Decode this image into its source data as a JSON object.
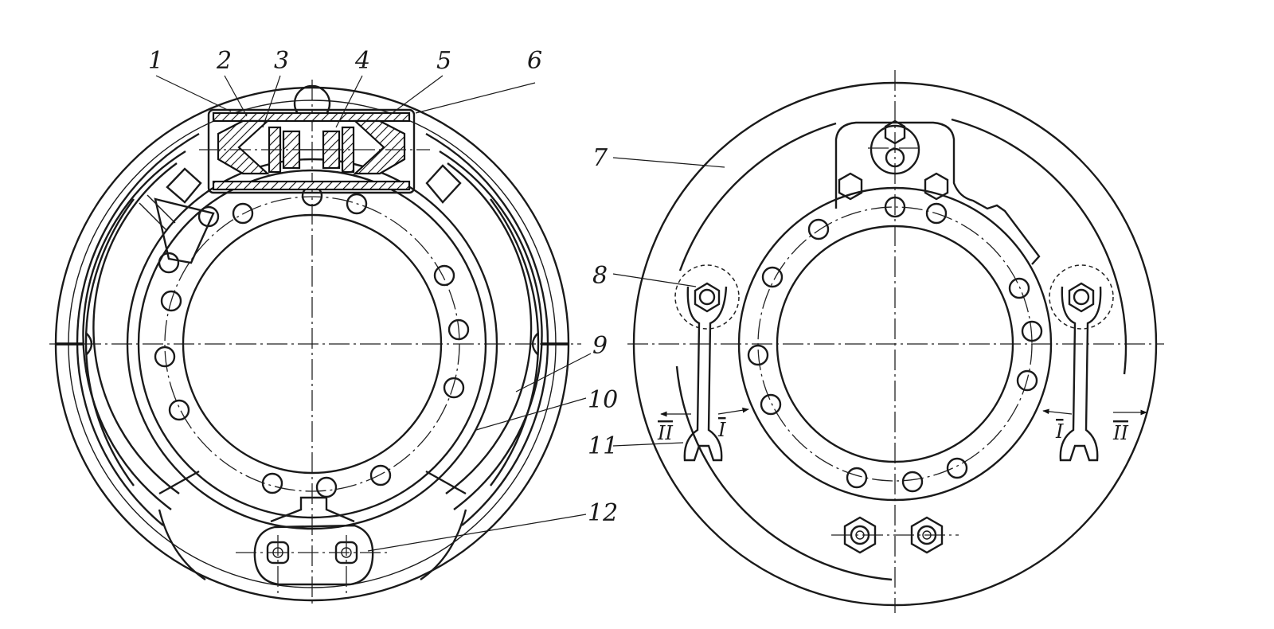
{
  "labels": [
    {
      "id": "1",
      "text": "1"
    },
    {
      "id": "2",
      "text": "2"
    },
    {
      "id": "3",
      "text": "3"
    },
    {
      "id": "4",
      "text": "4"
    },
    {
      "id": "5",
      "text": "5"
    },
    {
      "id": "6",
      "text": "6"
    },
    {
      "id": "7",
      "text": "7"
    },
    {
      "id": "8",
      "text": "8"
    },
    {
      "id": "9",
      "text": "9"
    },
    {
      "id": "10",
      "text": "10"
    },
    {
      "id": "11",
      "text": "11"
    },
    {
      "id": "12",
      "text": "12"
    }
  ],
  "direction_marks": {
    "left_outer": "II",
    "left_inner": "I",
    "right_inner": "I",
    "right_outer": "II"
  }
}
